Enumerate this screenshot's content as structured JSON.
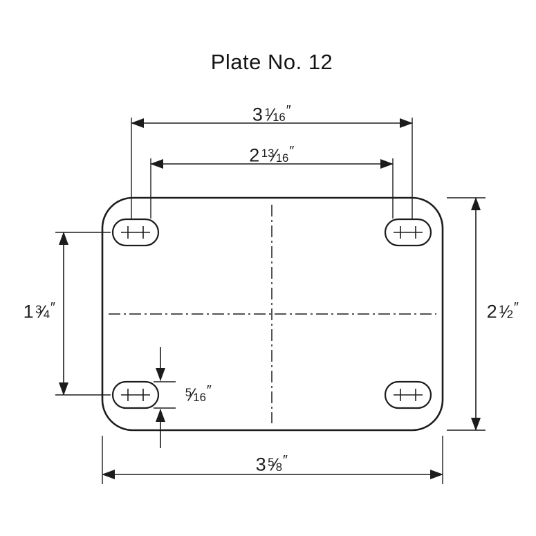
{
  "title": "Plate No. 12",
  "colors": {
    "line": "#1c1c1c",
    "background": "#ffffff"
  },
  "dimensions": {
    "top_outer": {
      "whole": "3",
      "num": "1",
      "den": "16",
      "unit": "″"
    },
    "top_inner": {
      "whole": "2",
      "num": "13",
      "den": "16",
      "unit": "″"
    },
    "side_left": {
      "whole": "1",
      "num": "3",
      "den": "4",
      "unit": "″"
    },
    "side_right": {
      "whole": "2",
      "num": "1",
      "den": "2",
      "unit": "″"
    },
    "slot_height": {
      "whole": "",
      "num": "5",
      "den": "16",
      "unit": "″"
    },
    "bottom": {
      "whole": "3",
      "num": "5",
      "den": "8",
      "unit": "″"
    }
  }
}
